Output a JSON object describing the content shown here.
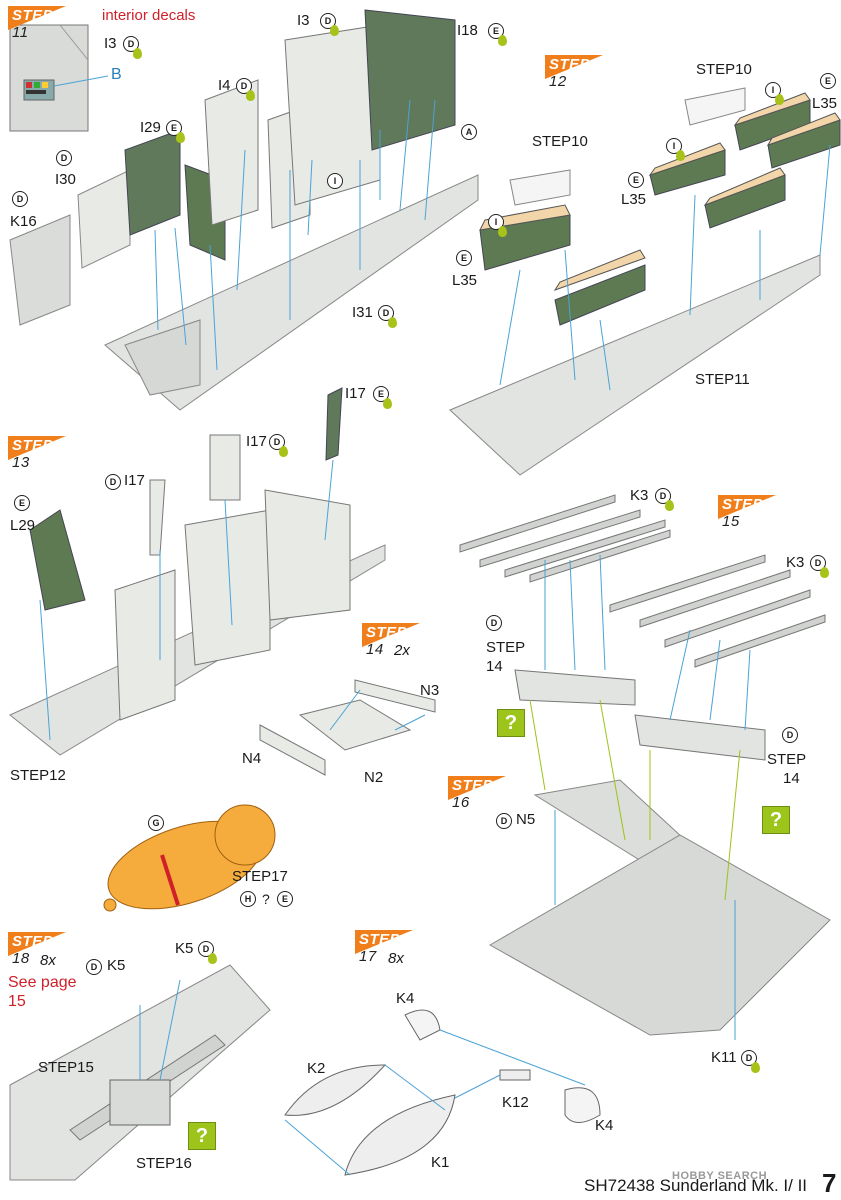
{
  "steps": [
    {
      "label": "STEP",
      "num": "11",
      "note": "interior decals"
    },
    {
      "label": "STEP",
      "num": "12"
    },
    {
      "label": "STEP",
      "num": "13"
    },
    {
      "label": "STEP",
      "num": "14",
      "mult": "2x"
    },
    {
      "label": "STEP",
      "num": "15"
    },
    {
      "label": "STEP",
      "num": "16"
    },
    {
      "label": "STEP",
      "num": "18",
      "mult": "8x",
      "note": "See page 15"
    },
    {
      "label": "STEP",
      "num": "17",
      "mult": "8x"
    }
  ],
  "parts": {
    "s11": [
      "I3",
      "I18",
      "I3",
      "I4",
      "I29",
      "I30",
      "K16",
      "I31",
      "B"
    ],
    "s12": [
      "STEP10",
      "STEP10",
      "L35",
      "L35",
      "L35",
      "STEP11"
    ],
    "s13": [
      "I17",
      "I17",
      "I17",
      "L29",
      "STEP12"
    ],
    "s14": [
      "N3",
      "N4",
      "N2"
    ],
    "s15": [
      "K3",
      "K3",
      "STEP",
      "14",
      "STEP",
      "14"
    ],
    "s16": [
      "N5",
      "K11"
    ],
    "s17": [
      "STEP17",
      "?",
      "K4",
      "K2",
      "K12",
      "K4",
      "K1"
    ],
    "s18": [
      "K5",
      "K5",
      "STEP15",
      "STEP16"
    ]
  },
  "badges": {
    "D": "D",
    "E": "E",
    "A": "A",
    "I": "I",
    "G": "G",
    "H": "H"
  },
  "question": "?",
  "footer": "SH72438 Sunderland Mk. I/ II",
  "page_number": "7",
  "watermark": "HOBBY SEARCH",
  "colors": {
    "step_orange": "#f07e1a",
    "accent_red": "#d0202a",
    "part_green": "#5e7a52",
    "part_tan": "#f2d6aa",
    "bomb_orange": "#f6ac3c",
    "question_green": "#9cc41a",
    "drop_green": "#a8c21a",
    "line_blue": "#4aa3d6"
  }
}
